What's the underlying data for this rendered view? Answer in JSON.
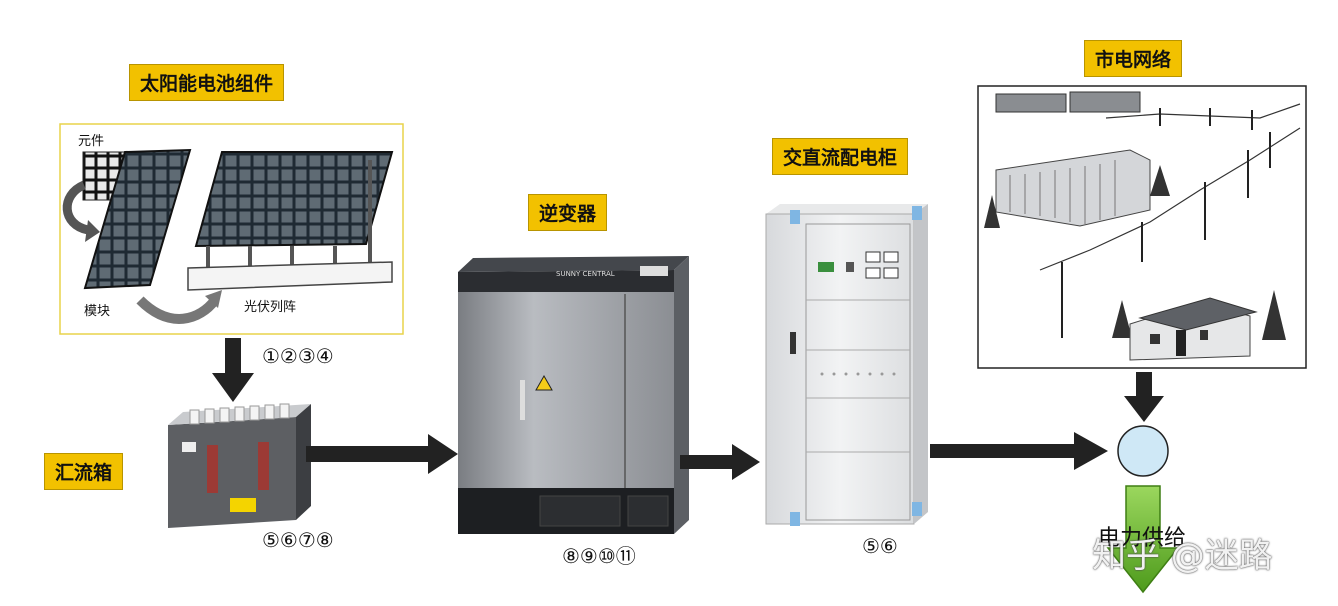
{
  "labels": {
    "solar_module": "太阳能电池组件",
    "cell": "元件",
    "module": "模块",
    "pv_array": "光伏列阵",
    "combiner_box": "汇流箱",
    "inverter": "逆变器",
    "inverter_brand": "SUNNY CENTRAL",
    "ac_dc_cabinet": "交直流配电柜",
    "grid": "市电网络",
    "power_supply": "电力供给"
  },
  "numbers": {
    "solar": "①②③④",
    "combiner": "⑤⑥⑦⑧",
    "inverter": "⑧⑨⑩⑪",
    "cabinet": "⑤⑥"
  },
  "watermark": "知乎 @迷路",
  "colors": {
    "label_bg": "#f2c100",
    "arrow": "#222222",
    "green_arrow": "#6ab82e",
    "node_fill": "#cfe8f6"
  }
}
